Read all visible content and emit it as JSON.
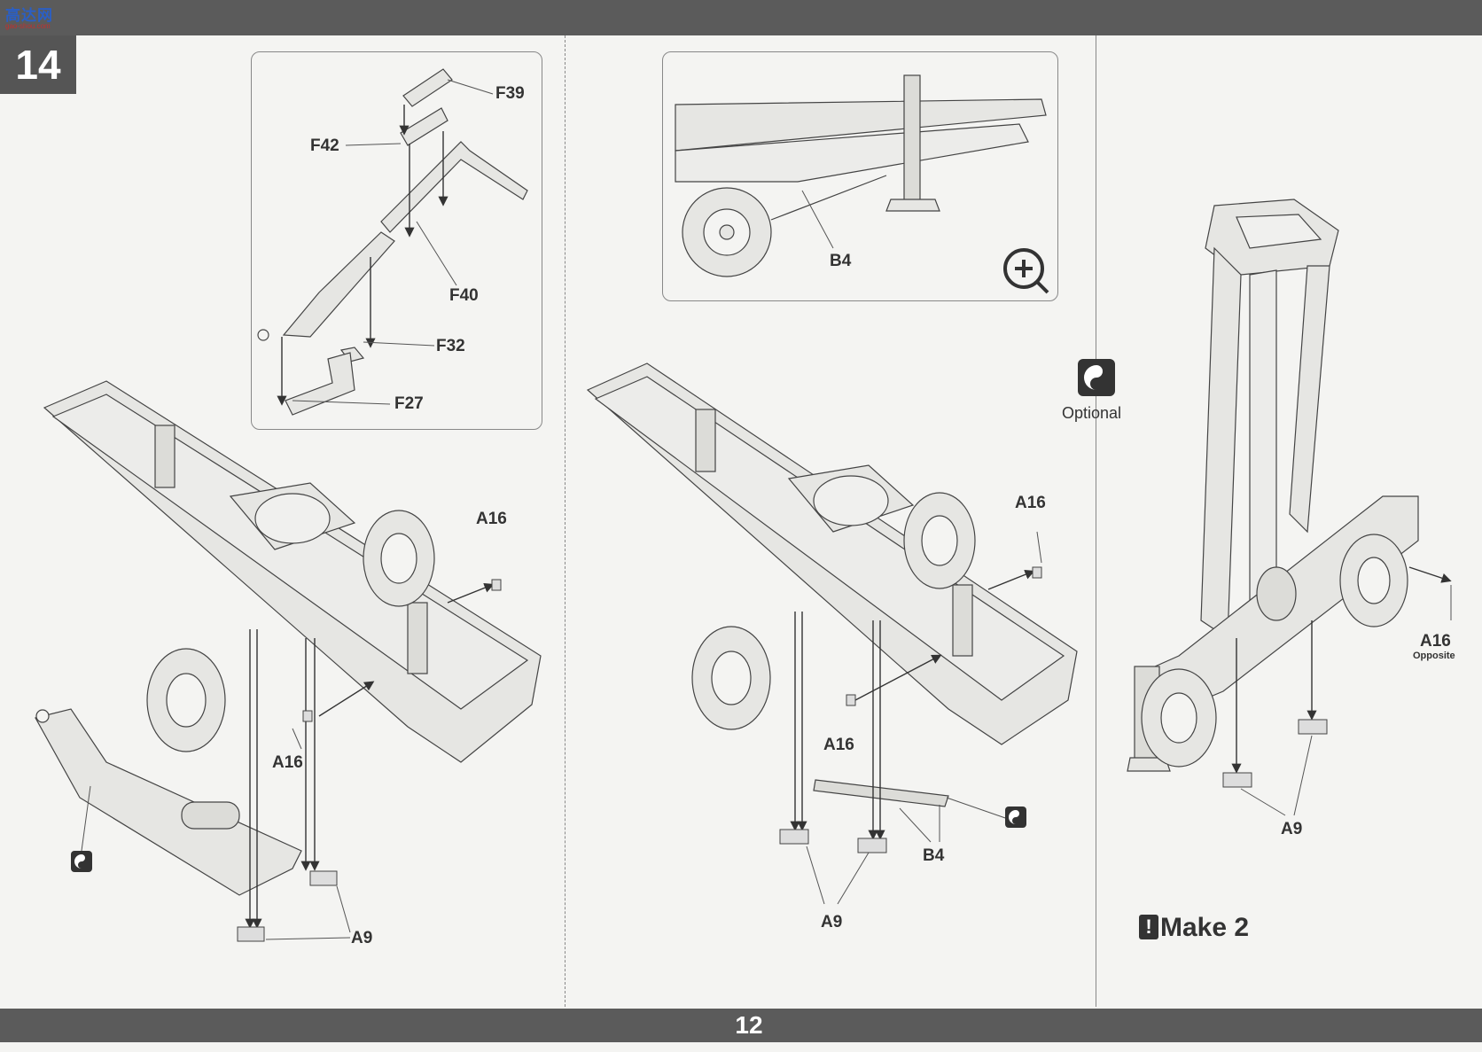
{
  "header": {
    "logo_main": "高达网",
    "logo_sub": "gao-shou.com",
    "step": "14"
  },
  "footer": {
    "page_number": "12"
  },
  "panel1": {
    "inset_labels": {
      "f39": "F39",
      "f42": "F42",
      "f40": "F40",
      "f32": "F32",
      "f27": "F27"
    },
    "a16": "A16",
    "a9": "A9",
    "optional_icon": "optional-yin-yang-icon"
  },
  "panel2": {
    "b4_inset": "B4",
    "zoom_icon": "zoom-in-icon",
    "a16_upper": "A16",
    "a16_lower": "A16",
    "b4": "B4",
    "a9": "A9"
  },
  "panel3": {
    "optional_label": "Optional",
    "a16": "A16",
    "opposite": "Opposite",
    "a9": "A9",
    "make2": "Make 2"
  }
}
